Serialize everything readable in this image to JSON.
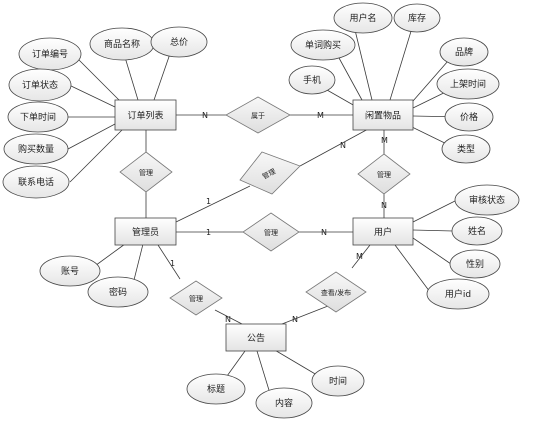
{
  "entities": {
    "order_list": "订单列表",
    "idle_item": "闲置物品",
    "admin": "管理员",
    "user": "用户",
    "notice": "公告"
  },
  "attributes": {
    "order_list": [
      "订单编号",
      "商品名称",
      "总价",
      "订单状态",
      "下单时间",
      "购买数量",
      "联系电话"
    ],
    "idle_item": [
      "用户名",
      "库存",
      "单词购买",
      "品牌",
      "手机",
      "上架时间",
      "价格",
      "类型"
    ],
    "admin": [
      "账号",
      "密码"
    ],
    "user": [
      "审核状态",
      "姓名",
      "性别",
      "用户id"
    ],
    "notice": [
      "标题",
      "内容",
      "时间"
    ]
  },
  "relationships": {
    "order_item": "属于",
    "manage_orders": "管理",
    "manage_items": "管理",
    "user_item": "管理",
    "admin_user": "管理",
    "admin_notice": "管理",
    "user_notice": "查看/发布"
  },
  "cardinalities": {
    "order_item_left": "N",
    "order_item_right": "M",
    "manage_items_admin": "1",
    "manage_items_item": "N",
    "user_item_item": "M",
    "user_item_user": "N",
    "admin_user_admin": "1",
    "admin_user_user": "N",
    "admin_notice_admin": "1",
    "admin_notice_notice": "N",
    "user_notice_user": "M",
    "user_notice_notice": "N"
  }
}
